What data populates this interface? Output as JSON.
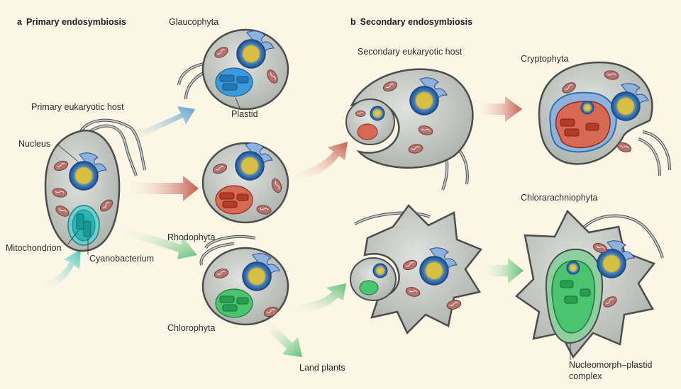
{
  "panels": {
    "a": {
      "letter": "a",
      "title": "Primary endosymbiosis"
    },
    "b": {
      "letter": "b",
      "title": "Secondary endosymbiosis"
    }
  },
  "labels": {
    "glaucophyta": "Glaucophyta",
    "plastid": "Plastid",
    "primary_host": "Primary eukaryotic host",
    "nucleus": "Nucleus",
    "rhodophyta": "Rhodophyta",
    "mitochondrion": "Mitochondrion",
    "cyanobacterium": "Cyanobacterium",
    "chlorophyta": "Chlorophyta",
    "land_plants": "Land plants",
    "secondary_host": "Secondary eukaryotic host",
    "cryptophyta": "Cryptophyta",
    "chlorarachniophyta": "Chlorarachniophyta",
    "nucleomorph_1": "Nucleomorph–plastid",
    "nucleomorph_2": "complex"
  },
  "colors": {
    "background": "#fbf6e6",
    "cell_fill": "#c7cac6",
    "cell_stroke": "#4a4d4c",
    "nucleus_blue": "#2f6eb3",
    "nucleus_core": "#e3c84b",
    "glauco_plastid": "#2a8ed0",
    "rhodo_plastid": "#c9472f",
    "chloro_plastid": "#37b25d",
    "cyano": "#2ab5b5",
    "mito": "#a25c58",
    "arrow_blue": "#5b9fd3",
    "arrow_red": "#c75a50",
    "arrow_green": "#5cbf78",
    "arrow_teal": "#4ec7c2"
  }
}
